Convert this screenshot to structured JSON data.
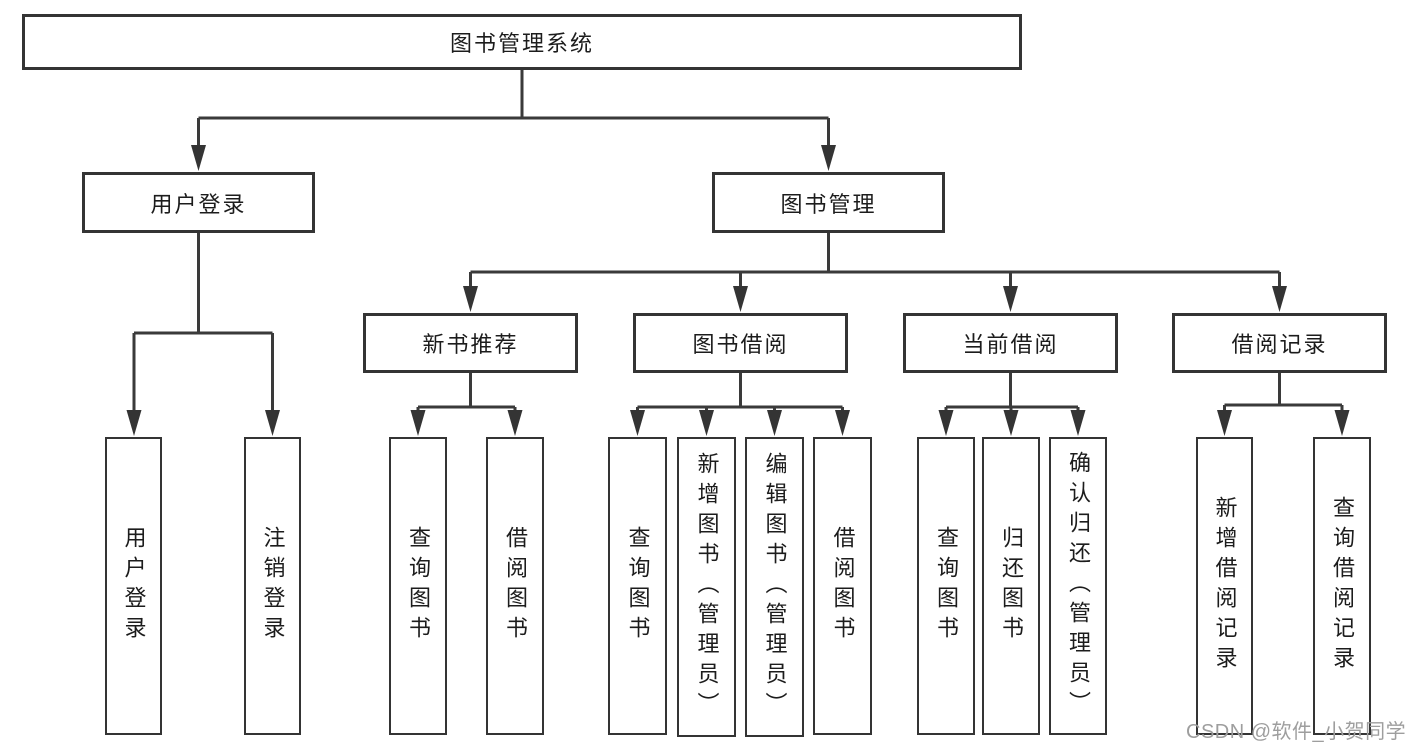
{
  "diagram": {
    "root": {
      "label": "图书管理系统"
    },
    "level2": [
      {
        "label": "用户登录"
      },
      {
        "label": "图书管理"
      }
    ],
    "level3": [
      {
        "label": "新书推荐"
      },
      {
        "label": "图书借阅"
      },
      {
        "label": "当前借阅"
      },
      {
        "label": "借阅记录"
      }
    ],
    "leaves": {
      "user_login": [
        {
          "label": "用户登录"
        },
        {
          "label": "注销登录"
        }
      ],
      "new_book_recommend": [
        {
          "label": "查询图书"
        },
        {
          "label": "借阅图书"
        }
      ],
      "book_borrow": [
        {
          "label": "查询图书"
        },
        {
          "label": "新增图书（管理员）"
        },
        {
          "label": "编辑图书（管理员）"
        },
        {
          "label": "借阅图书"
        }
      ],
      "current_borrow": [
        {
          "label": "查询图书"
        },
        {
          "label": "归还图书"
        },
        {
          "label": "确认归还（管理员）"
        }
      ],
      "borrow_records": [
        {
          "label": "新增借阅记录"
        },
        {
          "label": "查询借阅记录"
        }
      ]
    }
  },
  "watermark": {
    "text": "CSDN @软件_小贺同学"
  },
  "colors": {
    "line": "#3a3a3a",
    "box_border": "#343434",
    "text": "#1c1c1c",
    "watermark": "#9e9e9e",
    "background": "#ffffff"
  }
}
